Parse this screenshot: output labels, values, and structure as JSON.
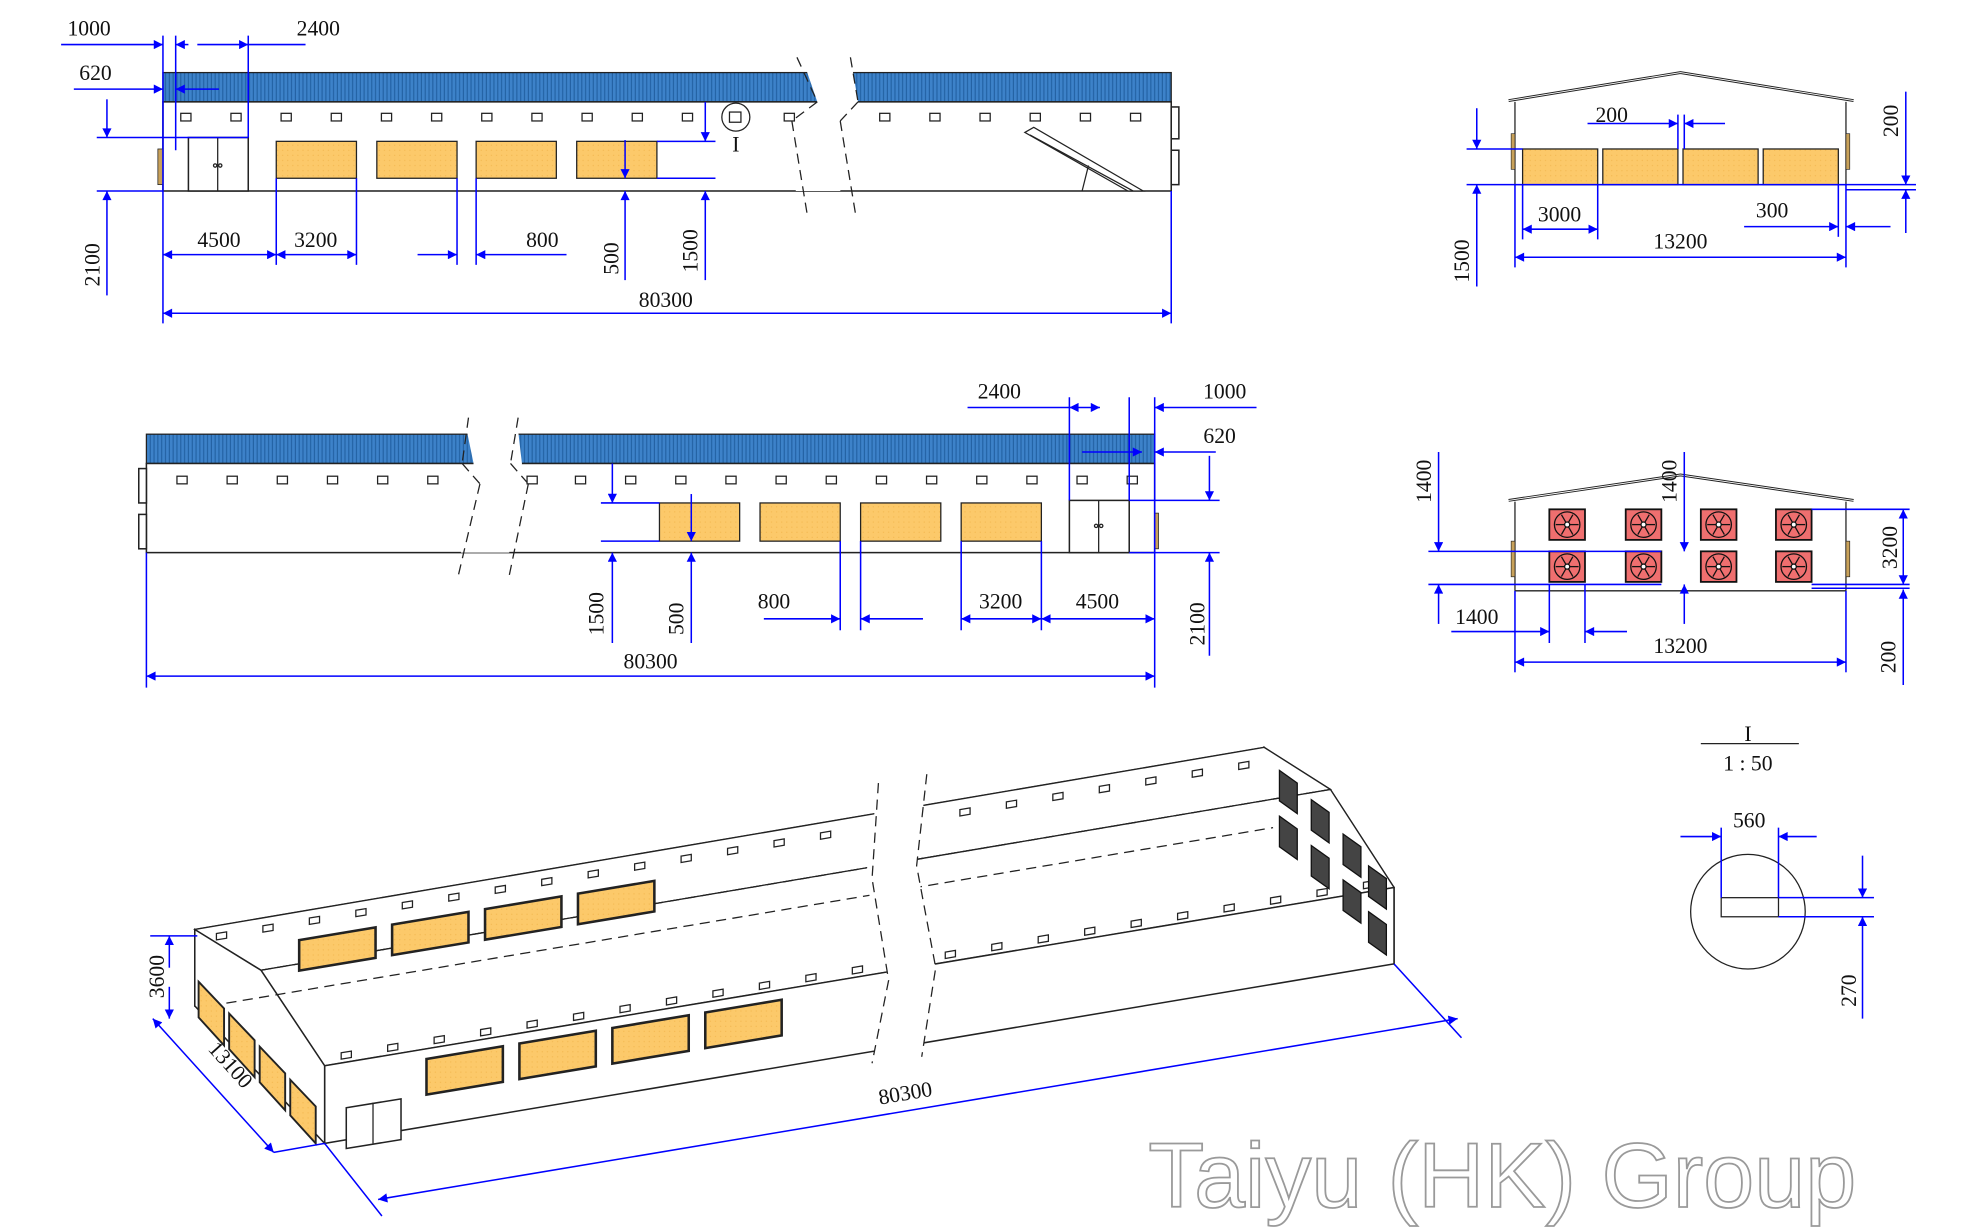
{
  "colors": {
    "dimension": "#0000ff",
    "roof": "#3d82c9",
    "cooling_pad": "#fcc96a",
    "fan": "#ef6f6f",
    "outline": "#222222"
  },
  "watermark": "Taiyu (HK) Group",
  "front_elevation": {
    "detail_marker": "I",
    "dims": [
      "1000",
      "2400",
      "620",
      "2100",
      "4500",
      "3200",
      "800",
      "500",
      "1500",
      "80300"
    ]
  },
  "rear_elevation": {
    "dims": [
      "2400",
      "1000",
      "620",
      "1500",
      "500",
      "800",
      "3200",
      "4500",
      "2100",
      "80300"
    ]
  },
  "pad_end_elevation": {
    "dims": [
      "200",
      "200",
      "3000",
      "300",
      "13200",
      "1500"
    ]
  },
  "fan_end_elevation": {
    "dims": [
      "1400",
      "1400",
      "3200",
      "1400",
      "13200",
      "200"
    ]
  },
  "detail_view": {
    "title": "I",
    "scale": "1 : 50",
    "dims": [
      "560",
      "270"
    ]
  },
  "isometric_view": {
    "dims": [
      "3600",
      "13100",
      "80300"
    ]
  }
}
